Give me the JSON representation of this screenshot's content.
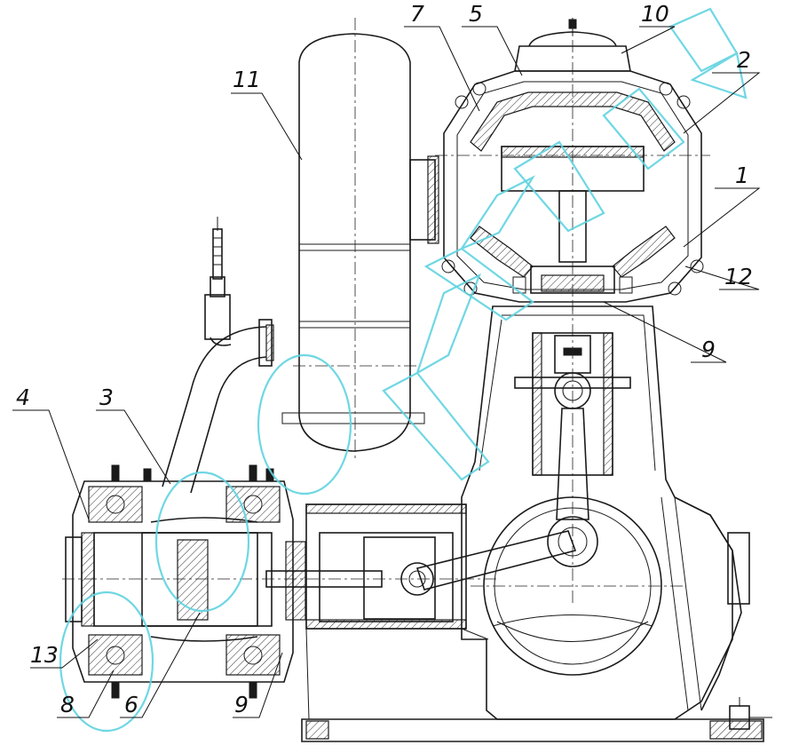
{
  "drawing": {
    "callouts": [
      {
        "id": "c1",
        "label": "1"
      },
      {
        "id": "c2",
        "label": "2"
      },
      {
        "id": "c3",
        "label": "3"
      },
      {
        "id": "c4",
        "label": "4"
      },
      {
        "id": "c5",
        "label": "5"
      },
      {
        "id": "c6",
        "label": "6"
      },
      {
        "id": "c7",
        "label": "7"
      },
      {
        "id": "c8",
        "label": "8"
      },
      {
        "id": "c9a",
        "label": "9"
      },
      {
        "id": "c9b",
        "label": "9"
      },
      {
        "id": "c10",
        "label": "10"
      },
      {
        "id": "c11",
        "label": "11"
      },
      {
        "id": "c12",
        "label": "12"
      },
      {
        "id": "c13",
        "label": "13"
      }
    ],
    "watermark": {
      "color": "#5fd3e0"
    }
  }
}
